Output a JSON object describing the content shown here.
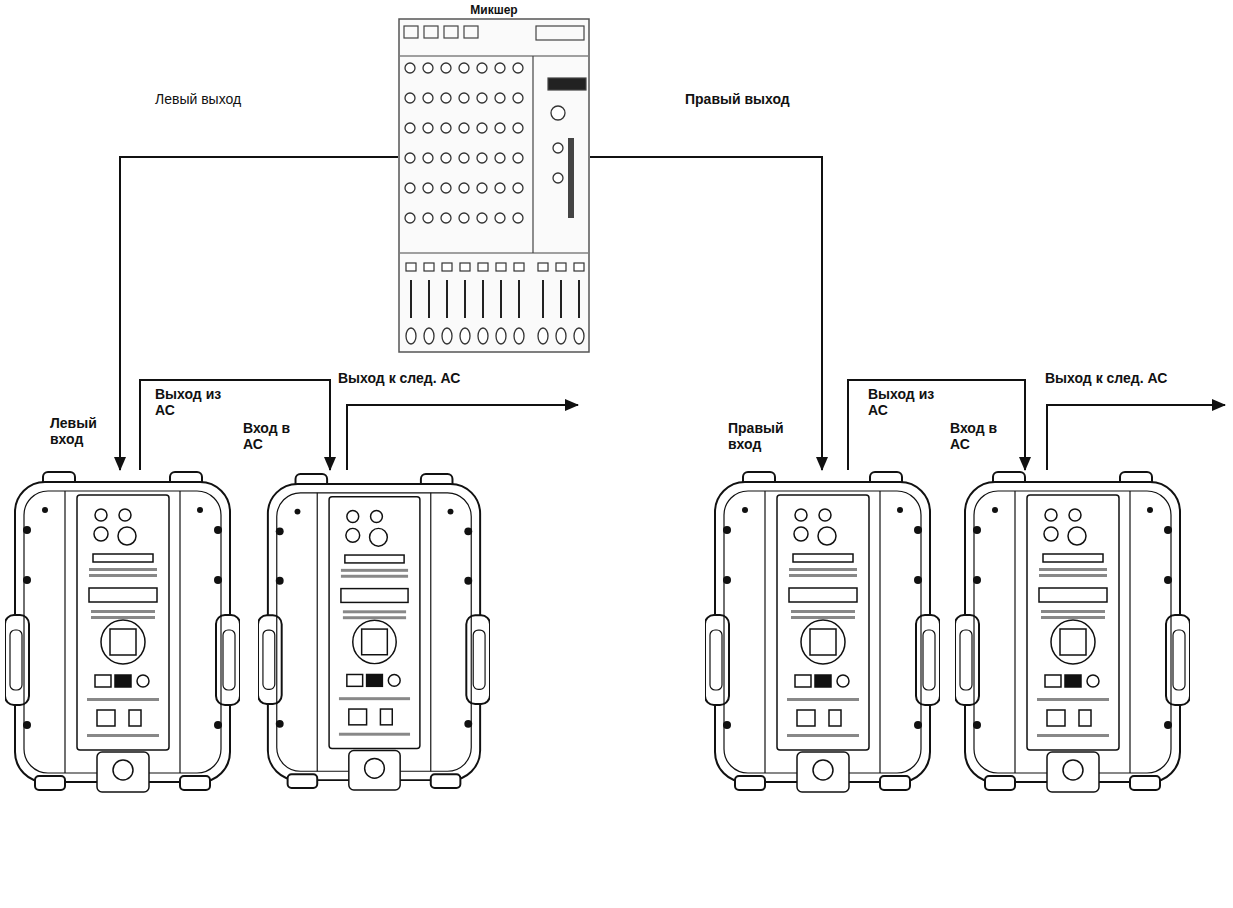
{
  "diagram": {
    "nodes": [
      {
        "text": [
          "Микшер"
        ]
      },
      {
        "text": [
          "Левый вход",
          "Выход из АС"
        ]
      },
      {
        "text": [
          "Вход в АС",
          "Выход к след. АС"
        ]
      },
      {
        "text": [
          "Правый вход",
          "Выход из АС"
        ]
      },
      {
        "text": [
          "Вход в АС",
          "Выход к след. АС"
        ]
      }
    ],
    "edges": [
      {
        "from": 0,
        "to": 1,
        "arrow": "to",
        "label": "Левый выход"
      },
      {
        "from": 1,
        "to": 2,
        "arrow": "to"
      },
      {
        "from": 0,
        "to": 3,
        "arrow": "to",
        "label": "Правый выход"
      },
      {
        "from": 3,
        "to": 4,
        "arrow": "to"
      }
    ]
  }
}
